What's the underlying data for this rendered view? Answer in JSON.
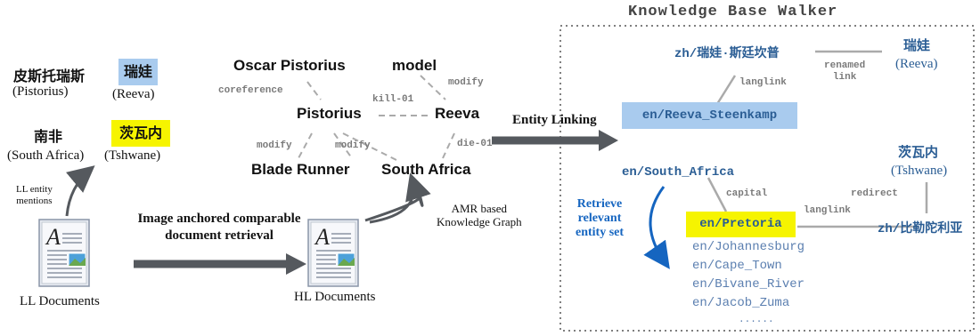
{
  "kb_title": "Knowledge Base Walker",
  "ll_mentions": {
    "pistorius_zh": "皮斯托瑞斯",
    "pistorius_en": "(Pistorius)",
    "reeva_zh": "瑞娃",
    "reeva_en": "(Reeva)",
    "south_africa_zh": "南非",
    "south_africa_en": "(South Africa)",
    "tshwane_zh": "茨瓦内",
    "tshwane_en": "(Tshwane)",
    "ll_entity_mentions": [
      "LL entity",
      "mentions"
    ]
  },
  "documents": {
    "ll_label": "LL Documents",
    "hl_label": "HL Documents",
    "retrieval_label": [
      "Image anchored comparable",
      "document retrieval"
    ],
    "amr_label": [
      "AMR based",
      "Knowledge Graph"
    ]
  },
  "amr_graph": {
    "nodes": {
      "oscar": "Oscar Pistorius",
      "model": "model",
      "pistorius": "Pistorius",
      "reeva": "Reeva",
      "blade_runner": "Blade Runner",
      "south_africa": "South Africa"
    },
    "edges": {
      "coreference": "coreference",
      "modify_model": "modify",
      "kill": "kill-01",
      "modify_br": "modify",
      "modify_sa": "modify",
      "die": "die-01"
    }
  },
  "entity_linking_label": "Entity Linking",
  "kb": {
    "zh_reeva": "zh/瑞娃·斯廷坎普",
    "reeva_zh": "瑞娃",
    "reeva_en": "(Reeva)",
    "renamed_link": [
      "renamed",
      "link"
    ],
    "langlink_top": "langlink",
    "en_reeva": "en/Reeva_Steenkamp",
    "tshwane_zh": "茨瓦内",
    "tshwane_en": "(Tshwane)",
    "en_south_africa": "en/South_Africa",
    "capital": "capital",
    "redirect": "redirect",
    "langlink_bottom": "langlink",
    "retrieve_label": [
      "Retrieve",
      "relevant",
      "entity set"
    ],
    "en_pretoria": "en/Pretoria",
    "zh_pretoria": "zh/比勒陀利亚",
    "entity_set": [
      "en/Johannesburg",
      "en/Cape_Town",
      "en/Bivane_River",
      "en/Jacob_Zuma",
      "......"
    ]
  },
  "colors": {
    "highlight_blue": "#a9cbee",
    "highlight_yellow": "#f6f400",
    "kb_text_blue": "#2a5d94",
    "arrow_gray": "#55595e",
    "edge_gray": "#9a9a9a"
  }
}
